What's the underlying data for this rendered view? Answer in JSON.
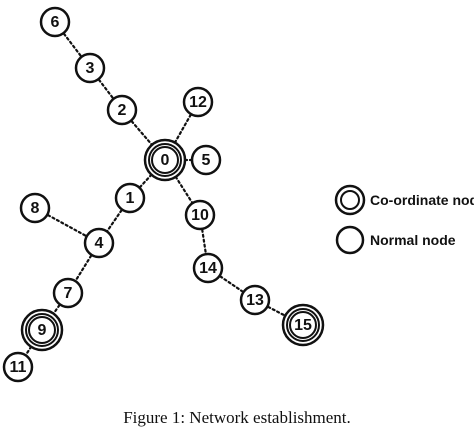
{
  "diagram": {
    "nodes": [
      {
        "id": "6",
        "type": "normal"
      },
      {
        "id": "3",
        "type": "normal"
      },
      {
        "id": "2",
        "type": "normal"
      },
      {
        "id": "12",
        "type": "normal"
      },
      {
        "id": "0",
        "type": "coordinate"
      },
      {
        "id": "5",
        "type": "normal"
      },
      {
        "id": "1",
        "type": "normal"
      },
      {
        "id": "8",
        "type": "normal"
      },
      {
        "id": "10",
        "type": "normal"
      },
      {
        "id": "4",
        "type": "normal"
      },
      {
        "id": "7",
        "type": "normal"
      },
      {
        "id": "14",
        "type": "normal"
      },
      {
        "id": "9",
        "type": "coordinate"
      },
      {
        "id": "13",
        "type": "normal"
      },
      {
        "id": "15",
        "type": "coordinate"
      },
      {
        "id": "11",
        "type": "normal"
      }
    ],
    "edges": [
      [
        "6",
        "3"
      ],
      [
        "3",
        "2"
      ],
      [
        "2",
        "0"
      ],
      [
        "0",
        "12"
      ],
      [
        "0",
        "5"
      ],
      [
        "0",
        "1"
      ],
      [
        "0",
        "10"
      ],
      [
        "1",
        "4"
      ],
      [
        "8",
        "4"
      ],
      [
        "4",
        "7"
      ],
      [
        "7",
        "9"
      ],
      [
        "9",
        "11"
      ],
      [
        "10",
        "14"
      ],
      [
        "14",
        "13"
      ],
      [
        "13",
        "15"
      ]
    ],
    "legend": [
      {
        "type": "coordinate",
        "label": "Co-ordinate node"
      },
      {
        "type": "normal",
        "label": "Normal node"
      }
    ],
    "caption": "Figure 1: Network establishment.",
    "colors": {
      "stroke": "#111111",
      "fill": "#ffffff"
    }
  }
}
